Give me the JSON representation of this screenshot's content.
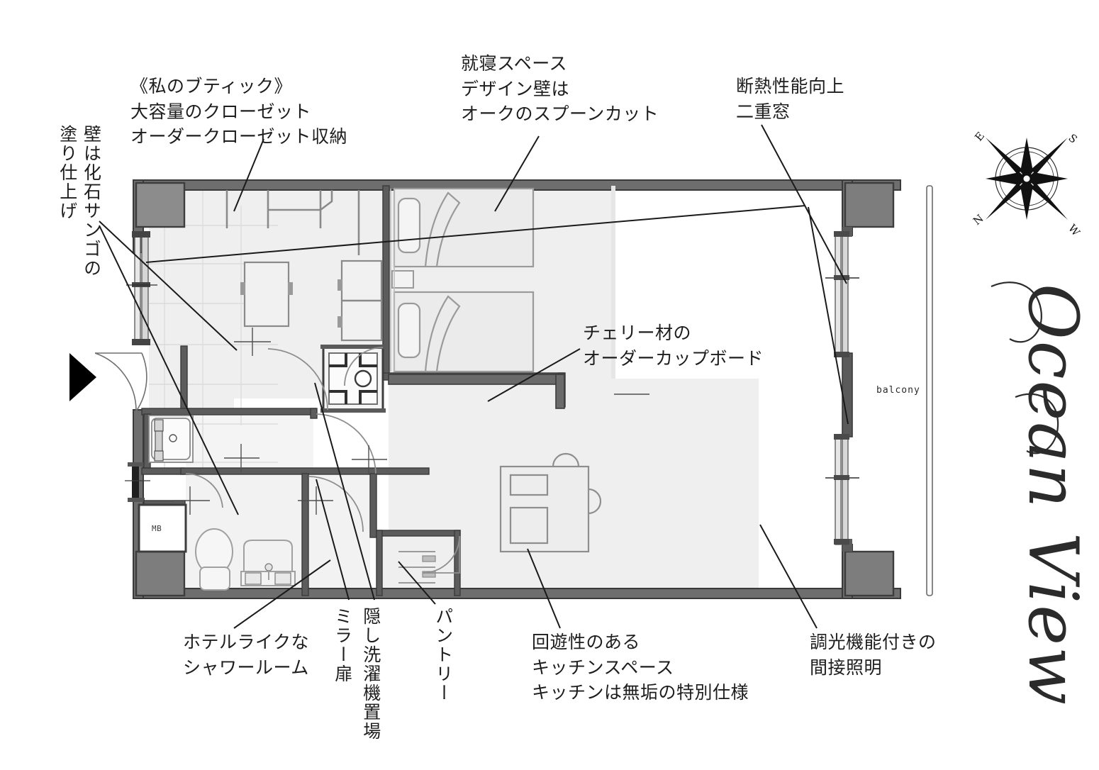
{
  "document": {
    "type": "residential-floor-plan",
    "title_mark": "Ocean View",
    "compass": {
      "labels": [
        "E",
        "S",
        "W",
        "N"
      ]
    },
    "plan_labels": {
      "balcony": "balcony",
      "meter_box": "MB"
    }
  },
  "annotations": [
    {
      "id": "wall-finish",
      "orientation": "vertical",
      "lines": [
        "壁は化石サンゴの",
        "塗り仕上げ"
      ],
      "text": "壁は化石サンゴの\n塗り仕上げ"
    },
    {
      "id": "boutique-closet",
      "orientation": "horizontal",
      "lines": [
        "《私のブティック》",
        "大容量のクローゼット",
        "オーダークローゼット収納"
      ],
      "text": "《私のブティック》\n大容量のクローゼット\nオーダークローゼット収納"
    },
    {
      "id": "sleeping-space",
      "orientation": "horizontal",
      "lines": [
        "就寝スペース",
        "デザイン壁は",
        "オークのスプーンカット"
      ],
      "text": "就寝スペース\nデザイン壁は\nオークのスプーンカット"
    },
    {
      "id": "double-window",
      "orientation": "horizontal",
      "lines": [
        "断熱性能向上",
        "二重窓"
      ],
      "text": "断熱性能向上\n二重窓"
    },
    {
      "id": "cherry-cupboard",
      "orientation": "horizontal",
      "lines": [
        "チェリー材の",
        "オーダーカップボード"
      ],
      "text": "チェリー材の\nオーダーカップボード"
    },
    {
      "id": "shower-room",
      "orientation": "horizontal",
      "lines": [
        "ホテルライクな",
        "シャワールーム"
      ],
      "text": "ホテルライクな\nシャワールーム"
    },
    {
      "id": "mirror-door",
      "orientation": "vertical",
      "lines": [
        "ミラー扉"
      ],
      "text": "ミラー扉"
    },
    {
      "id": "hidden-laundry",
      "orientation": "vertical",
      "lines": [
        "隠し洗濯機置場"
      ],
      "text": "隠し洗濯機置場"
    },
    {
      "id": "pantry",
      "orientation": "vertical",
      "lines": [
        "パントリー"
      ],
      "text": "パントリー"
    },
    {
      "id": "kitchen-space",
      "orientation": "horizontal",
      "lines": [
        "回遊性のある",
        "キッチンスペース",
        "キッチンは無垢の特別仕様"
      ],
      "text": "回遊性のある\nキッチンスペース\nキッチンは無垢の特別仕様"
    },
    {
      "id": "indirect-lighting",
      "orientation": "horizontal",
      "lines": [
        "調光機能付きの",
        "間接照明"
      ],
      "text": "調光機能付きの\n間接照明"
    }
  ],
  "colors": {
    "wall": "#4a4a4a",
    "wall_fill": "#6e6e6e",
    "pillar": "#7b7b7b",
    "room_fill": "#efefef",
    "furniture_stroke": "#8a8a8a",
    "leader_line": "#1a1a1a",
    "ink": "#1d1d1d"
  }
}
